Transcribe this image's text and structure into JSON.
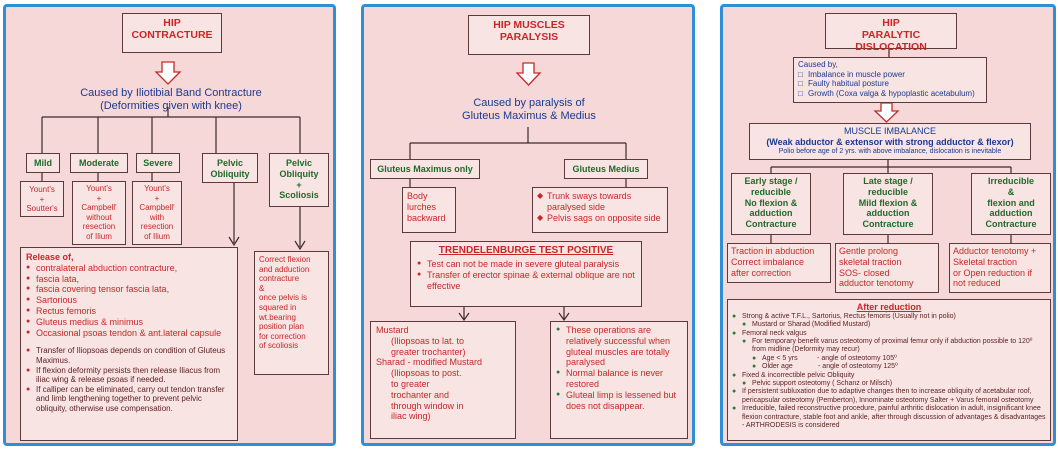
{
  "panel1": {
    "title": "HIP\nCONTRACTURE",
    "cause": "Caused by Iliotibial Band Contracture\n(Deformities given with knee)",
    "mild": "Mild",
    "moderate": "Moderate",
    "severe": "Severe",
    "pelvic_obliquity": "Pelvic\nObliquity",
    "pelvic_obliquity_scoliosis": "Pelvic\nObliquity\n+\nScoliosis",
    "mild_detail": "Yount's\n+\nSoutter's",
    "moderate_detail": "Yount's\n+\nCampbell'\nwithout\nresection\nof Ilium",
    "severe_detail": "Yount's\n+\nCampbell'\nwith\nresection\nof Ilium",
    "release_title": "Release of,",
    "release_items": [
      "contralateral abduction contracture,",
      "fascia lata,",
      "fascia covering tensor fascia lata,",
      "Sartorious",
      "Rectus femoris",
      "Gluteus medius & minimus",
      "Occasional psoas tendon & ant.lateral capsule"
    ],
    "notes": [
      "Transfer of Iliopsoas depends on condition of Gluteus Maximus.",
      "If flexion deformity persists then release Iliacus from iliac wing &  release psoas if needed.",
      "If calliper can be eliminated, carry out tendon transfer and limb lengthening together to prevent pelvic obliquity, otherwise use compensation."
    ],
    "scoliosis_detail": "Correct flexion\nand adduction\ncontracture\n&\nonce pelvis is\nsquared in\nwt.bearing\nposition plan\nfor correction\nof scoliosis"
  },
  "panel2": {
    "title": "HIP MUSCLES\nPARALYSIS",
    "cause": "Caused by paralysis of\nGluteus Maximus & Medius",
    "gmax": "Gluteus Maximus only",
    "gmed": "Gluteus Medius",
    "gmax_detail": "Body\nlurches\nbackward",
    "gmed_items": [
      "Trunk sways towards paralysed side",
      "Pelvis sags on opposite side"
    ],
    "trend_title": "TRENDELENBURGE TEST POSITIVE",
    "trend_items": [
      "Test can not be made in severe gluteal paralysis",
      "Transfer of erector spinae & external oblique are not effective"
    ],
    "mustard": "Mustard\n      (Iliopsoas to lat. to\n      greater trochanter)\nSharad - modified Mustard\n      (Iliopsoas to post.\n      to greater\n      trochanter and\n      through window in\n      iliac wing)",
    "ops_items": [
      "These operations are relatively successful when gluteal muscles are totally paralysed",
      "Normal balance is never restored",
      "Gluteal limp is lessened but does not disappear."
    ]
  },
  "panel3": {
    "title": "HIP\nPARALYTIC DISLOCATION",
    "caused_by": "Caused by,",
    "causes": [
      "Imbalance in muscle power",
      "Faulty habitual posture",
      "Growth (Coxa valga & hypoplastic acetabulum)"
    ],
    "imbalance_title": "MUSCLE IMBALANCE",
    "imbalance_sub": "(Weak abductor & extensor with strong adductor & flexor)",
    "imbalance_note": "Polio before age of 2 yrs. with above imbalance, dislocation is inevitable",
    "early": "Early stage /\nreducible\nNo flexion &\nadduction\nContracture",
    "late": "Late stage /\nreducible\nMild flexion &\nadduction\nContracture",
    "irreducible": "Irreducible\n&\nflexion and\nadduction\nContracture",
    "early_detail": "Traction in abduction\nCorrect imbalance\nafter correction",
    "late_detail": "Gentle prolong\nskeletal traction\nSOS- closed\nadductor tenotomy",
    "irr_detail": "Adductor tenotomy +\nSkeletal traction\nor Open reduction if\nnot reduced",
    "after_title": "After reduction",
    "after_lines": [
      "Strong & active T.F.L., Sartorius, Rectus femoris (Usually not in polio)",
      "Mustard or Sharad (Modified Mustard)",
      "Femoral neck valgus",
      "For temporary benefit varus osteotomy of proximal femur only if abduction possible to 120º from midline (Deformity may recur)",
      "Age < 5 yrs          - angle of osteotomy 105º",
      "Older age             - angle of osteotomy 125º",
      "Fixed & incorrectible pelvic Obliquity",
      "Pelvic support osteotomy ( Schanz or Milsch)",
      "If persistent subluxation due to adaptive changes then to increase obliquity of acetabular roof, pericapsular osteotomy (Pemberton), Innominate osteotomy Salter + Varus femoral osteotomy",
      "Irreducible, failed reconstructive procedure, painful arthritic dislocation in adult, insignificant knee flexion contracture, stable foot and ankle, after through discussion of advantages & disadvantages - ARTHRODESIS is considered"
    ]
  }
}
